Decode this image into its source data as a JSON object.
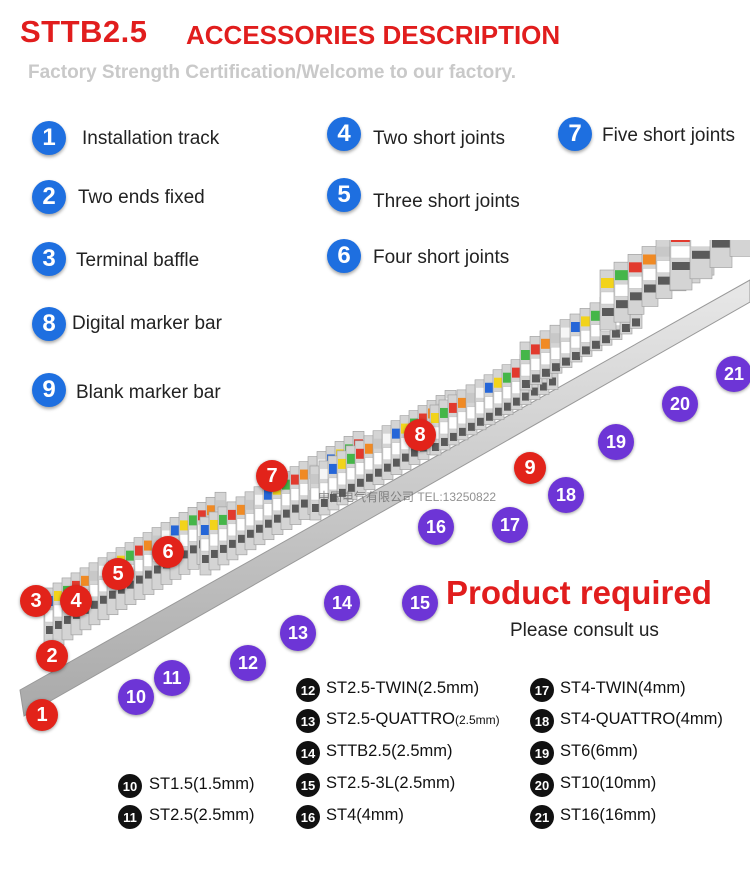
{
  "header": {
    "title_main": "STTB2.5",
    "title_sub": "ACCESSORIES DESCRIPTION",
    "tagline": "Factory Strength Certification/Welcome to our factory."
  },
  "legend": [
    {
      "num": "1",
      "label": "Installation track"
    },
    {
      "num": "2",
      "label": "Two ends fixed"
    },
    {
      "num": "3",
      "label": "Terminal baffle"
    },
    {
      "num": "8",
      "label": "Digital marker bar"
    },
    {
      "num": "9",
      "label": "Blank marker bar"
    },
    {
      "num": "4",
      "label": "Two short joints"
    },
    {
      "num": "5",
      "label": "Three short joints"
    },
    {
      "num": "6",
      "label": "Four short joints"
    },
    {
      "num": "7",
      "label": "Five short joints"
    }
  ],
  "image_badges": {
    "red": [
      "1",
      "2",
      "3",
      "4",
      "5",
      "6",
      "7",
      "8",
      "9"
    ],
    "purple": [
      "10",
      "11",
      "12",
      "13",
      "14",
      "15",
      "16",
      "17",
      "18",
      "19",
      "20",
      "21"
    ]
  },
  "watermark": "中国电气有限公司 TEL:13250822",
  "callout": {
    "title": "Product required",
    "subtitle": "Please consult us"
  },
  "models": [
    {
      "num": "10",
      "main": "ST1.5(1.5mm)",
      "small": ""
    },
    {
      "num": "11",
      "main": "ST2.5(2.5mm)",
      "small": ""
    },
    {
      "num": "12",
      "main": "ST2.5-TWIN(2.5mm)",
      "small": ""
    },
    {
      "num": "13",
      "main": "ST2.5-QUATTRO",
      "small": "(2.5mm)"
    },
    {
      "num": "14",
      "main": "STTB2.5(2.5mm)",
      "small": ""
    },
    {
      "num": "15",
      "main": "ST2.5-3L(2.5mm)",
      "small": ""
    },
    {
      "num": "16",
      "main": "ST4(4mm)",
      "small": ""
    },
    {
      "num": "17",
      "main": "ST4-TWIN(4mm)",
      "small": ""
    },
    {
      "num": "18",
      "main": "ST4-QUATTRO(4mm)",
      "small": ""
    },
    {
      "num": "19",
      "main": "ST6(6mm)",
      "small": ""
    },
    {
      "num": "20",
      "main": "ST10(10mm)",
      "small": ""
    },
    {
      "num": "21",
      "main": "ST16(16mm)",
      "small": ""
    }
  ],
  "colors": {
    "title_red": "#e11d1d",
    "legend_blue": "#1e6fe0",
    "badge_red": "#e2231a",
    "badge_purple": "#6d35d6",
    "terminal_grey": "#c8c8c8",
    "terminal_blue": "#2566d8",
    "terminal_yellow": "#f2d31b",
    "terminal_green": "#45b649",
    "terminal_red": "#e23a2e",
    "terminal_orange": "#f08a24",
    "terminal_white": "#f6f6f6"
  }
}
